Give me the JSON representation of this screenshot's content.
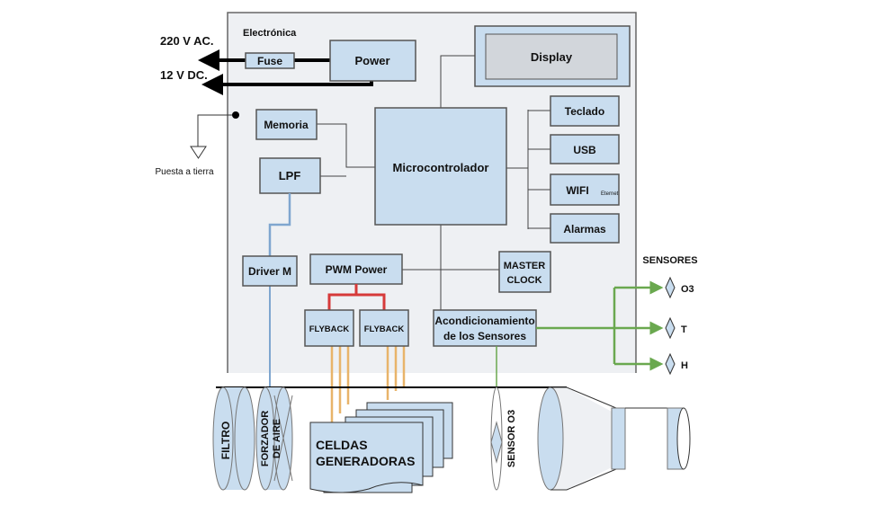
{
  "panel_title": "Electrónica",
  "power_in": {
    "ac_label": "220 V AC.",
    "dc_label": "12 V DC."
  },
  "blocks": {
    "fuse": "Fuse",
    "power": "Power",
    "display": "Display",
    "memoria": "Memoria",
    "lpf": "LPF",
    "micro": "Microcontrolador",
    "teclado": "Teclado",
    "usb": "USB",
    "wifi": "WIFI",
    "wifi_sub": "Eternet",
    "alarmas": "Alarmas",
    "driver": "Driver M",
    "pwm": "PWM Power",
    "master_clock_1": "MASTER",
    "master_clock_2": "CLOCK",
    "flyback_1": "FLYBACK",
    "flyback_2": "FLYBACK",
    "acond_1": "Acondicionamiento",
    "acond_2": "de los Sensores"
  },
  "ground_label": "Puesta a tierra",
  "sensors": {
    "title": "SENSORES",
    "items": [
      "O3",
      "T",
      "H"
    ]
  },
  "duct": {
    "filtro": "FILTRO",
    "forzador_1": "FORZADOR",
    "forzador_2": "DE AIRE",
    "celdas_1": "CELDAS",
    "celdas_2": "GENERADORAS",
    "sensor_o3": "SENSOR O3"
  },
  "colors": {
    "box": "#c9ddef",
    "panel": "#eef0f3",
    "pwm_line": "#d63a3a",
    "sensor_line": "#6aa84f",
    "motor_line": "#7fa6cf",
    "hv_line": "#e8b46a"
  }
}
